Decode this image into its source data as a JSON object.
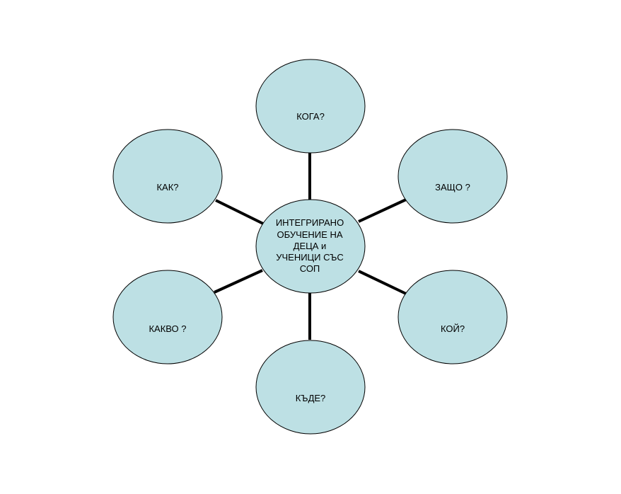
{
  "diagram": {
    "fill_color": "#bde0e4",
    "line_color": "#000000",
    "center": {
      "label": "ИНТЕГРИРАНО\nОБУЧЕНИЕ НА\nДЕЦА и\nУЧЕНИЦИ СЪС\nСОП"
    },
    "nodes": [
      {
        "id": "koga",
        "label": "КОГА?"
      },
      {
        "id": "kak",
        "label": "КАК?"
      },
      {
        "id": "zasto",
        "label": "ЗАЩО ?"
      },
      {
        "id": "kakvo",
        "label": "КАКВО ?"
      },
      {
        "id": "koi",
        "label": "КОЙ?"
      },
      {
        "id": "kade",
        "label": "КЪДЕ?"
      }
    ]
  }
}
